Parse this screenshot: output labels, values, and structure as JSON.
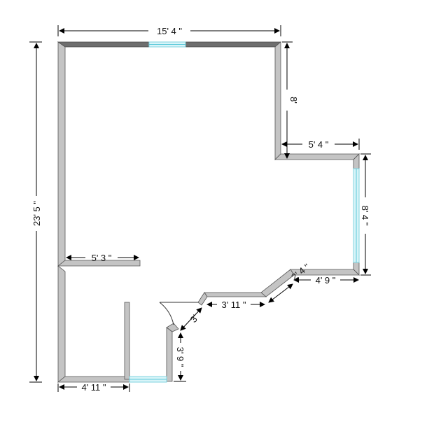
{
  "dimensions": {
    "top_width": "15' 4 \"",
    "left_height": "23' 5 \"",
    "right_upper_height": "8'",
    "step_width": "5' 4 \"",
    "right_lower_height": "8' 4 \"",
    "interior_wall": "5' 3 \"",
    "bottom_right_run": "4' 9 \"",
    "diagonal_right": "2' 4 \"",
    "middle_run": "3' 11 \"",
    "door_diagonal": "3'",
    "door_stub_height": "3' 9 \"",
    "bottom_left_run": "4' 11 \""
  },
  "colors": {
    "wall_fill": "#c4c4c4",
    "wall_dark": "#6e6e6e",
    "window": "#d8f4f8"
  }
}
